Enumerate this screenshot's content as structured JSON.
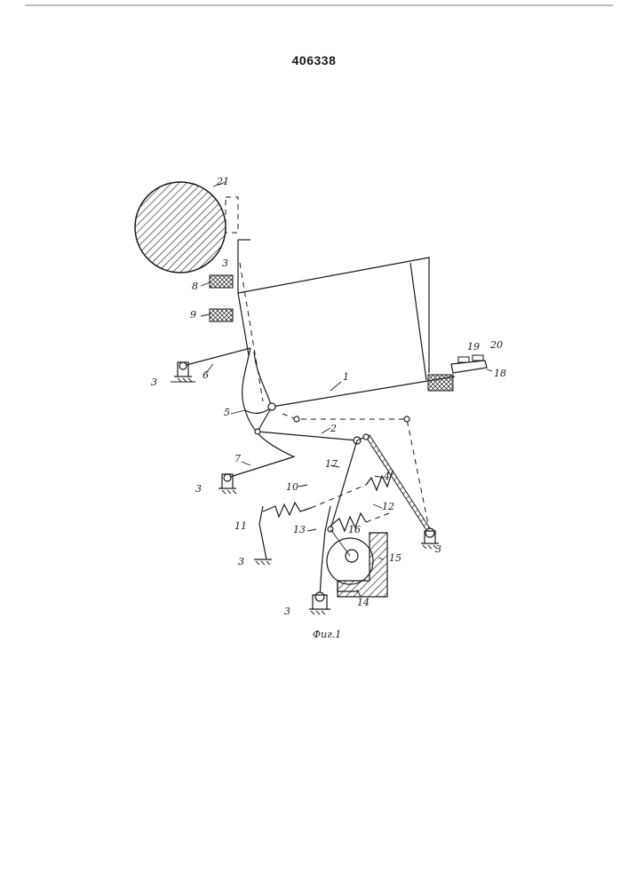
{
  "patent_number": "406338",
  "figure_caption": "Фиг.1",
  "labels": {
    "l1": "1",
    "l2": "2",
    "l3a": "3",
    "l3b": "3",
    "l3c": "3",
    "l3d": "3",
    "l3e": "3",
    "l3f": "3",
    "l4": "4",
    "l5": "5",
    "l6": "6",
    "l7": "7",
    "l8": "8",
    "l9": "9",
    "l10": "10",
    "l11": "11",
    "l12": "12",
    "l13": "13",
    "l14": "14",
    "l15": "15",
    "l16": "16",
    "l17": "17",
    "l18": "18",
    "l19": "19",
    "l20": "20",
    "l21": "21"
  }
}
